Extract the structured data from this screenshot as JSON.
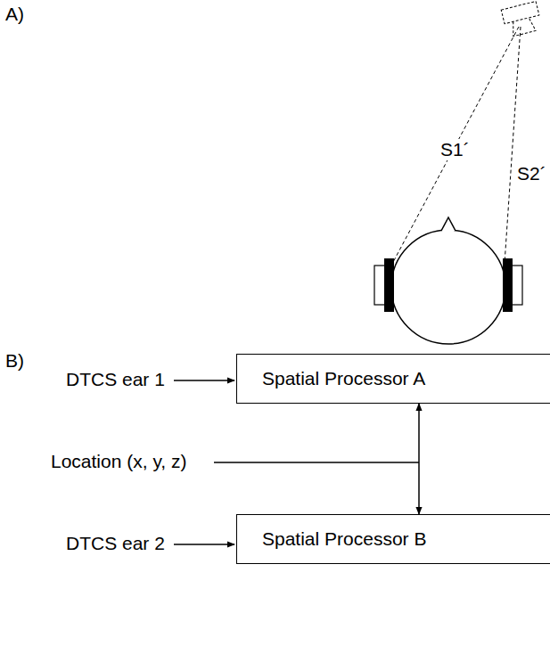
{
  "diagram": {
    "nodes": [
      {
        "text": [
          "Spatial Processor A"
        ]
      },
      {
        "text": [
          "Spatial Processor B"
        ]
      }
    ],
    "edges": [
      {
        "from": 0,
        "to": 1,
        "arrow": "both"
      }
    ],
    "labels": [
      "A)",
      "S1´",
      "S2´",
      "B)",
      "DTCS ear 1",
      "Location (x, y, z)",
      "DTCS ear 2"
    ]
  }
}
